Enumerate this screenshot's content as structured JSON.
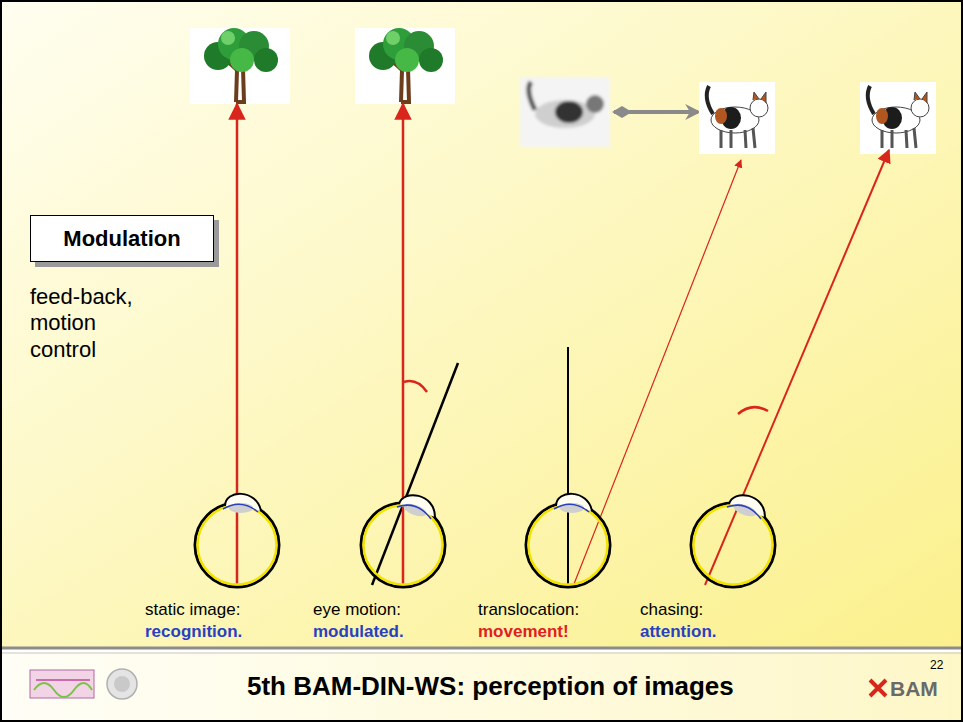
{
  "diagram": {
    "caption": "5th BAM-DIN-WS: perception of images",
    "nodes": [
      {
        "text": [
          "Modulation"
        ]
      }
    ],
    "labels": [
      "feed-back, motion control",
      "static image:",
      "recognition.",
      "eye motion:",
      "modulated.",
      "translocation:",
      "movement!",
      "chasing:",
      "attention.",
      "22",
      "BAM"
    ]
  }
}
